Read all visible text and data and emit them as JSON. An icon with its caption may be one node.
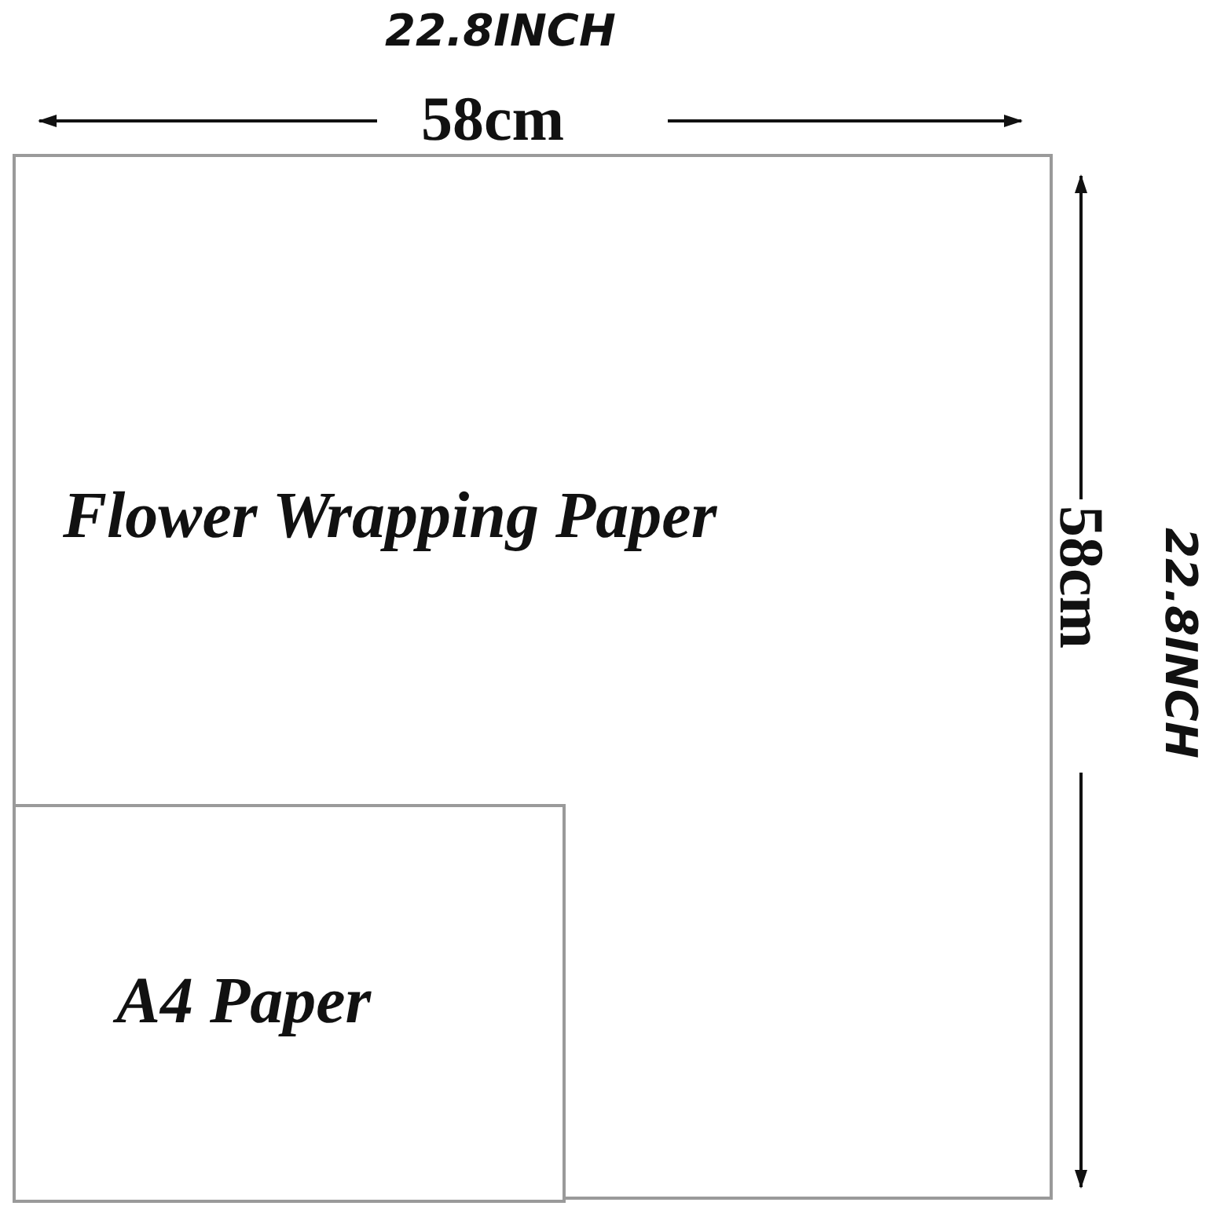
{
  "diagram": {
    "nodes": [
      {
        "text": [
          "Flower Wrapping Paper"
        ]
      },
      {
        "text": [
          "A4 Paper"
        ],
        "in": 0
      }
    ],
    "labels": [
      "22.8INCH",
      "58cm",
      "58cm",
      "22.8INCH"
    ]
  }
}
